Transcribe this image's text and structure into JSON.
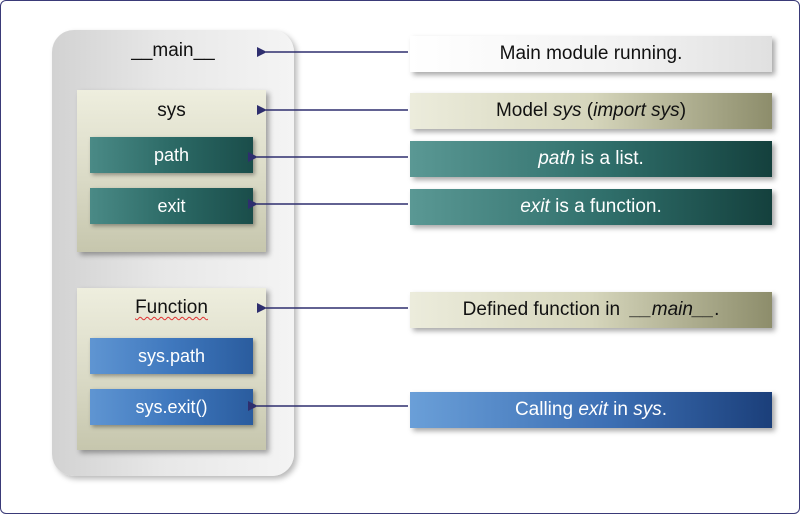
{
  "main": {
    "title": "__main__"
  },
  "sys_group": {
    "title": "sys",
    "items": [
      "path",
      "exit"
    ]
  },
  "function_group": {
    "title": "Function",
    "items": [
      "sys.path",
      "sys.exit()"
    ]
  },
  "labels": {
    "main_running": "Main module running.",
    "model_sys": {
      "pre": "Model ",
      "em1": "sys",
      "mid": " (",
      "em2": "import sys",
      "post": ")"
    },
    "path_list": {
      "em": "path",
      "post": " is a list."
    },
    "exit_function": {
      "em": "exit",
      "post": " is a function."
    },
    "defined_function": {
      "pre": "Defined function in  ",
      "em": "__main__",
      "post": "."
    },
    "calling_exit": {
      "pre": "Calling ",
      "em1": "exit",
      "mid": " in ",
      "em2": "sys",
      "post": "."
    }
  },
  "colors": {
    "arrow": "#2e2e6e",
    "teal_item": "#2c6a66",
    "blue_item": "#3f78be",
    "khaki_group": "#dadac6",
    "frame_border": "#3a3a78"
  }
}
